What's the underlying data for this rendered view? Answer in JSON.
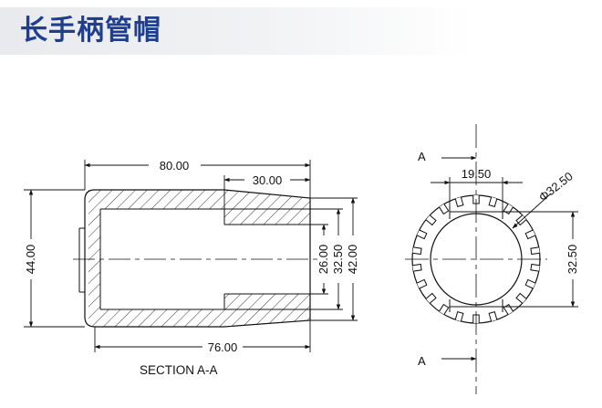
{
  "title": "长手柄管帽",
  "section_view": {
    "caption": "SECTION  A-A",
    "dims": {
      "overall_length": "80.00",
      "taper_length": "30.00",
      "body_length": "76.00",
      "outer_diameter": "44.00",
      "bore_diameter": "26.00",
      "mid_diameter": "32.50",
      "inner_diameter": "42.00"
    }
  },
  "end_view": {
    "section_label_top": "A",
    "section_label_bottom": "A",
    "dims": {
      "width": "19.50",
      "diameter": "Φ32.50",
      "height": "32.50"
    }
  },
  "colors": {
    "title": "#1e3f8f",
    "line": "#111111"
  }
}
